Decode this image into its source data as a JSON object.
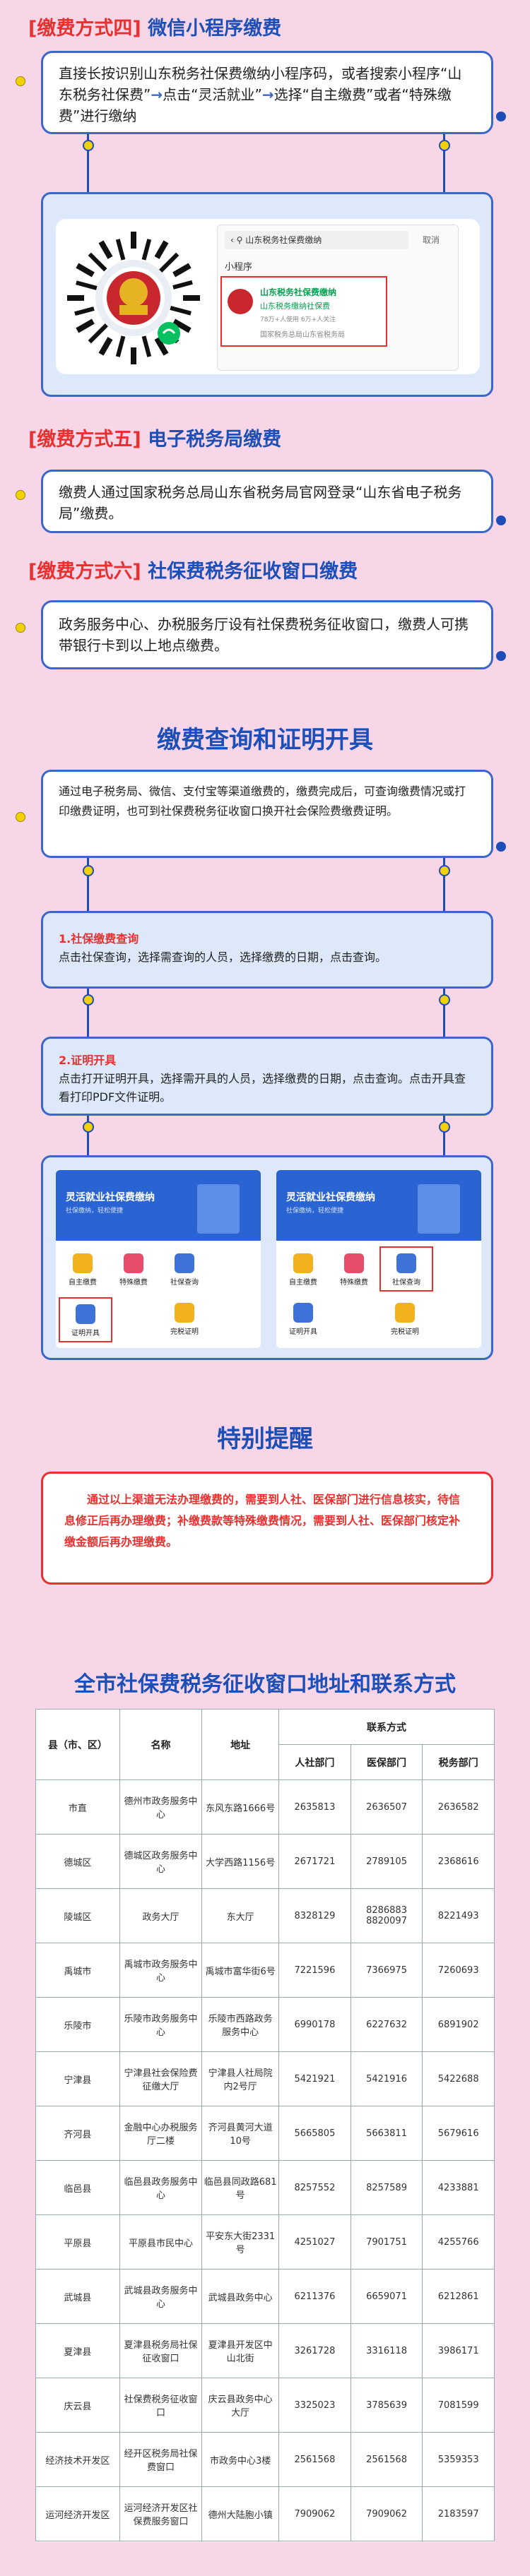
{
  "m4": {
    "tag": "[缴费方式四]",
    "title": "微信小程序缴费",
    "text_pre": "直接长按识别山东税务社保费缴纳小程序码，或者搜索小程序“山东税务社保费”",
    "arrow1": "→",
    "text_mid": "点击“灵活就业”",
    "arrow2": "→",
    "text_post": "选择“自主缴费”或者“特殊缴费”进行缴纳",
    "search_text": "山东税务社保费缴纳",
    "cancel": "取消",
    "section_label": "小程序",
    "result_title": "山东税务社保费缴纳",
    "result_sub": "山东税务缴纳社保费",
    "result_meta": "78万+人使用  6万+人关注",
    "result_org": "国家税务总局山东省税务局"
  },
  "m5": {
    "tag": "[缴费方式五]",
    "title": "电子税务局缴费",
    "text": "缴费人通过国家税务总局山东省税务局官网登录“山东省电子税务局”缴费。"
  },
  "m6": {
    "tag": "[缴费方式六]",
    "title": "社保费税务征收窗口缴费",
    "text": "政务服务中心、办税服务厅设有社保费税务征收窗口，缴费人可携带银行卡到以上地点缴费。"
  },
  "query": {
    "title": "缴费查询和证明开具",
    "intro": "通过电子税务局、微信、支付宝等渠道缴费的，缴费完成后，可查询缴费情况或打印缴费证明，也可到社保费税务征收窗口换开社会保险费缴费证明。",
    "s1_title": "1.社保缴费查询",
    "s1_text": "点击社保查询，选择需查询的人员，选择缴费的日期，点击查询。",
    "s2_title": "2.证明开具",
    "s2_text": "点击打开证明开具，选择需开具的人员，选择缴费的日期，点击查询。点击开具查看打印PDF文件证明。",
    "banner_title": "灵活就业社保费缴纳",
    "banner_sub": "社保缴纳，轻松便捷",
    "menu": [
      "自主缴费",
      "特殊缴费",
      "社保查询",
      "证明开具",
      "完税证明"
    ]
  },
  "remind": {
    "title": "特别提醒",
    "text": "通过以上渠道无法办理缴费的，需要到人社、医保部门进行信息核实，待信息修正后再办理缴费；补缴费款等特殊缴费情况，需要到人社、医保部门核定补缴金额后再办理缴费。"
  },
  "table": {
    "title": "全市社保费税务征收窗口地址和联系方式",
    "h_county": "县（市、区）",
    "h_name": "名称",
    "h_addr": "地址",
    "h_contact": "联系方式",
    "h_rs": "人社部门",
    "h_yb": "医保部门",
    "h_sw": "税务部门",
    "rows": [
      {
        "county": "市直",
        "name": "德州市政务服务中心",
        "addr": "东风东路1666号",
        "rs": "2635813",
        "yb": "2636507",
        "sw": "2636582"
      },
      {
        "county": "德城区",
        "name": "德城区政务服务中心",
        "addr": "大学西路1156号",
        "rs": "2671721",
        "yb": "2789105",
        "sw": "2368616"
      },
      {
        "county": "陵城区",
        "name": "政务大厅",
        "addr": "东大厅",
        "rs": "8328129",
        "yb": "8286883 8820097",
        "sw": "8221493"
      },
      {
        "county": "禹城市",
        "name": "禹城市政务服务中心",
        "addr": "禹城市富华街6号",
        "rs": "7221596",
        "yb": "7366975",
        "sw": "7260693"
      },
      {
        "county": "乐陵市",
        "name": "乐陵市政务服务中心",
        "addr": "乐陵市西路政务服务中心",
        "rs": "6990178",
        "yb": "6227632",
        "sw": "6891902"
      },
      {
        "county": "宁津县",
        "name": "宁津县社会保险费征缴大厅",
        "addr": "宁津县人社局院内2号厅",
        "rs": "5421921",
        "yb": "5421916",
        "sw": "5422688"
      },
      {
        "county": "齐河县",
        "name": "金融中心办税服务厅二楼",
        "addr": "齐河县黄河大道10号",
        "rs": "5665805",
        "yb": "5663811",
        "sw": "5679616"
      },
      {
        "county": "临邑县",
        "name": "临邑县政务服务中心",
        "addr": "临邑县同政路681号",
        "rs": "8257552",
        "yb": "8257589",
        "sw": "4233881"
      },
      {
        "county": "平原县",
        "name": "平原县市民中心",
        "addr": "平安东大街2331号",
        "rs": "4251027",
        "yb": "7901751",
        "sw": "4255766"
      },
      {
        "county": "武城县",
        "name": "武城县政务服务中心",
        "addr": "武城县政务中心",
        "rs": "6211376",
        "yb": "6659071",
        "sw": "6212861"
      },
      {
        "county": "夏津县",
        "name": "夏津县税务局社保征收窗口",
        "addr": "夏津县开发区中山北街",
        "rs": "3261728",
        "yb": "3316118",
        "sw": "3986171"
      },
      {
        "county": "庆云县",
        "name": "社保费税务征收窗口",
        "addr": "庆云县政务中心大厅",
        "rs": "3325023",
        "yb": "3785639",
        "sw": "7081599"
      },
      {
        "county": "经济技术开发区",
        "name": "经开区税务局社保费窗口",
        "addr": "市政务中心3楼",
        "rs": "2561568",
        "yb": "2561568",
        "sw": "5359353"
      },
      {
        "county": "运河经济开发区",
        "name": "运河经济开发区社保费服务窗口",
        "addr": "德州大陆胞小镇",
        "rs": "7909062",
        "yb": "7909062",
        "sw": "2183597"
      }
    ]
  }
}
